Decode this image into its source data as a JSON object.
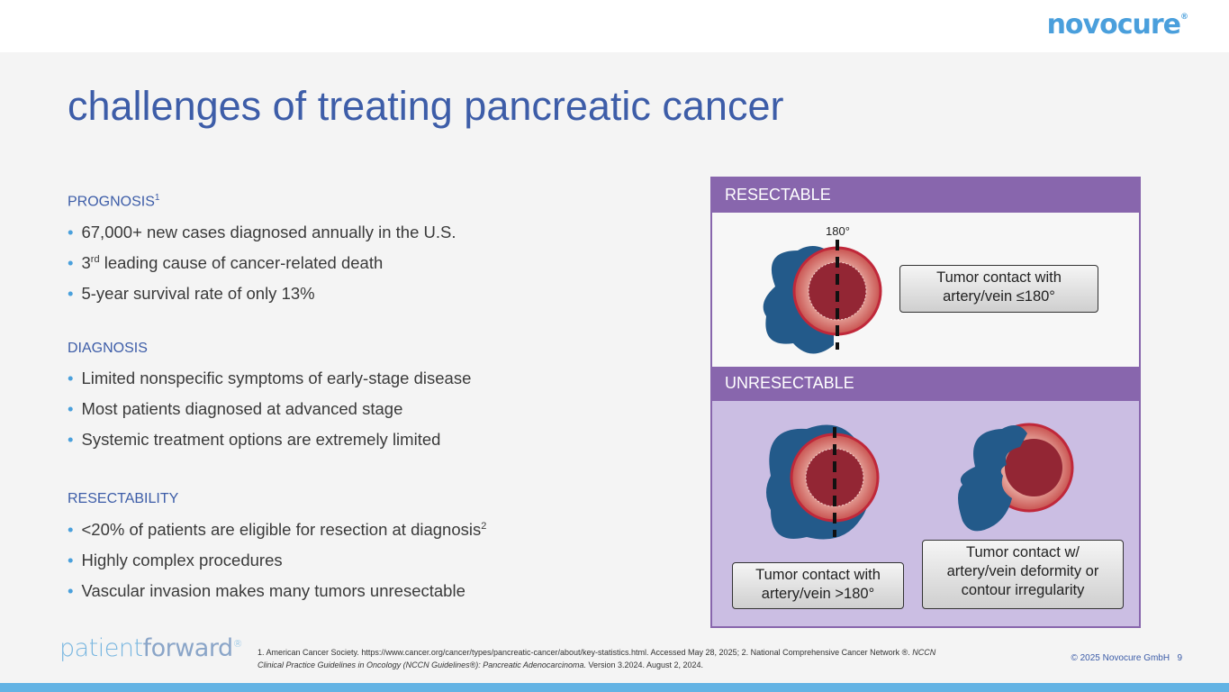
{
  "header": {
    "logo": "novocure",
    "logo_mark": "®"
  },
  "title": "challenges of treating pancreatic cancer",
  "sections": [
    {
      "heading": "PROGNOSIS",
      "sup": "1",
      "bullets": [
        {
          "text": "67,000+ new cases diagnosed annually in the U.S."
        },
        {
          "pre": "3",
          "sup": "rd",
          "text": " leading cause of cancer-related death"
        },
        {
          "text": "5-year survival rate of only 13%"
        }
      ]
    },
    {
      "heading": "DIAGNOSIS",
      "sup": "",
      "bullets": [
        {
          "text": "Limited nonspecific symptoms of early-stage disease"
        },
        {
          "text": "Most patients diagnosed at advanced stage"
        },
        {
          "text": "Systemic treatment options are extremely limited"
        }
      ]
    },
    {
      "heading": "RESECTABILITY",
      "sup": "",
      "bullets": [
        {
          "text": "<20% of patients are eligible for resection at diagnosis",
          "sup": "2"
        },
        {
          "text": "Highly complex procedures"
        },
        {
          "text": "Vascular invasion makes many tumors unresectable"
        }
      ]
    }
  ],
  "panel": {
    "resectable": {
      "heading": "RESECTABLE",
      "angle": "180°",
      "label_1": "Tumor contact with",
      "label_2": "artery/vein ≤180°"
    },
    "unresectable": {
      "heading": "UNRESECTABLE",
      "a_1": "Tumor contact with",
      "a_2": "artery/vein >180°",
      "b_1": "Tumor contact w/",
      "b_2": "artery/vein deformity or",
      "b_3": "contour irregularity"
    }
  },
  "footer": {
    "logo_a": "patient",
    "logo_b": "forward",
    "logo_mark": "®",
    "ref_1": "1. American Cancer Society. https://www.cancer.org/cancer/types/pancreatic-cancer/about/key-statistics.html. Accessed May 28, 2025; 2. National Comprehensive Cancer Network ®. ",
    "ref_2": "NCCN Clinical Practice Guidelines in Oncology (NCCN Guidelines®): Pancreatic Adenocarcinoma.",
    "ref_3": " Version 3.2024. August 2, 2024.",
    "copyright": "© 2025 Novocure GmbH",
    "page": "9"
  }
}
